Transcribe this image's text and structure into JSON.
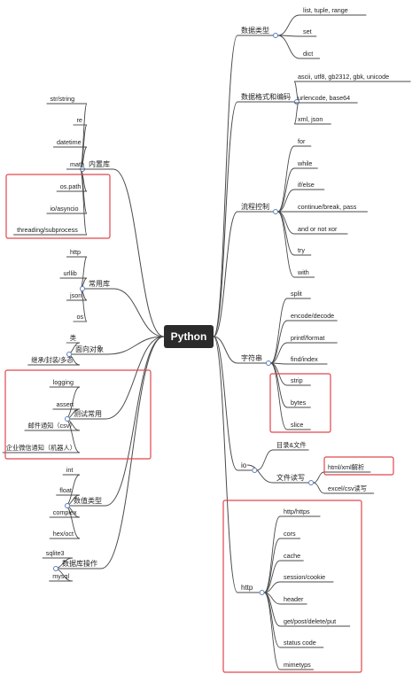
{
  "root": {
    "label": "Python"
  },
  "branches": [
    {
      "label": "数据类型",
      "children": [
        "list, tuple, range",
        "set",
        "dict"
      ]
    },
    {
      "label": "数据格式和编码",
      "children": [
        "ascii, utf8, gb2312, gbk, unicode",
        "urlencode, base64",
        "xml, json"
      ]
    },
    {
      "label": "流程控制",
      "children": [
        "for",
        "while",
        "if/else",
        "continue/break, pass",
        "and or not xor",
        "try",
        "with"
      ]
    },
    {
      "label": "字符串",
      "children": [
        "split",
        "encode/decode",
        "printf/format",
        "find/index",
        "strip",
        "bytes",
        "slice"
      ]
    },
    {
      "label": "io",
      "children": [
        "目录&文件"
      ]
    },
    {
      "label": "文件读写",
      "children": [
        "html/xml解析",
        "excel/csv读写"
      ]
    },
    {
      "label": "http",
      "children": [
        "http/https",
        "cors",
        "cache",
        "session/cookie",
        "header",
        "get/post/delete/put",
        "status code",
        "mimetyps"
      ]
    },
    {
      "label": "内置库",
      "children": [
        "str/string",
        "re",
        "datetime",
        "math",
        "os.path",
        "io/asyncio",
        "threading/subprocess"
      ]
    },
    {
      "label": "常用库",
      "children": [
        "http",
        "urllib",
        "json",
        "os"
      ]
    },
    {
      "label": "面向对象",
      "children": [
        "类",
        "继承/封装/多态"
      ]
    },
    {
      "label": "测试常用",
      "children": [
        "logging",
        "assert",
        "邮件通知（csv）",
        "企业微信通知（机器人）"
      ]
    },
    {
      "label": "数值类型",
      "children": [
        "int",
        "float",
        "complex",
        "hex/oct"
      ]
    },
    {
      "label": "数据库操作",
      "children": [
        "sqlite3",
        "mysql"
      ]
    }
  ],
  "colors": {
    "line": "#4a4a4a",
    "root_bg": "#2b2b2b",
    "highlight": "#e0474c",
    "node_dot": "#ffffff"
  }
}
